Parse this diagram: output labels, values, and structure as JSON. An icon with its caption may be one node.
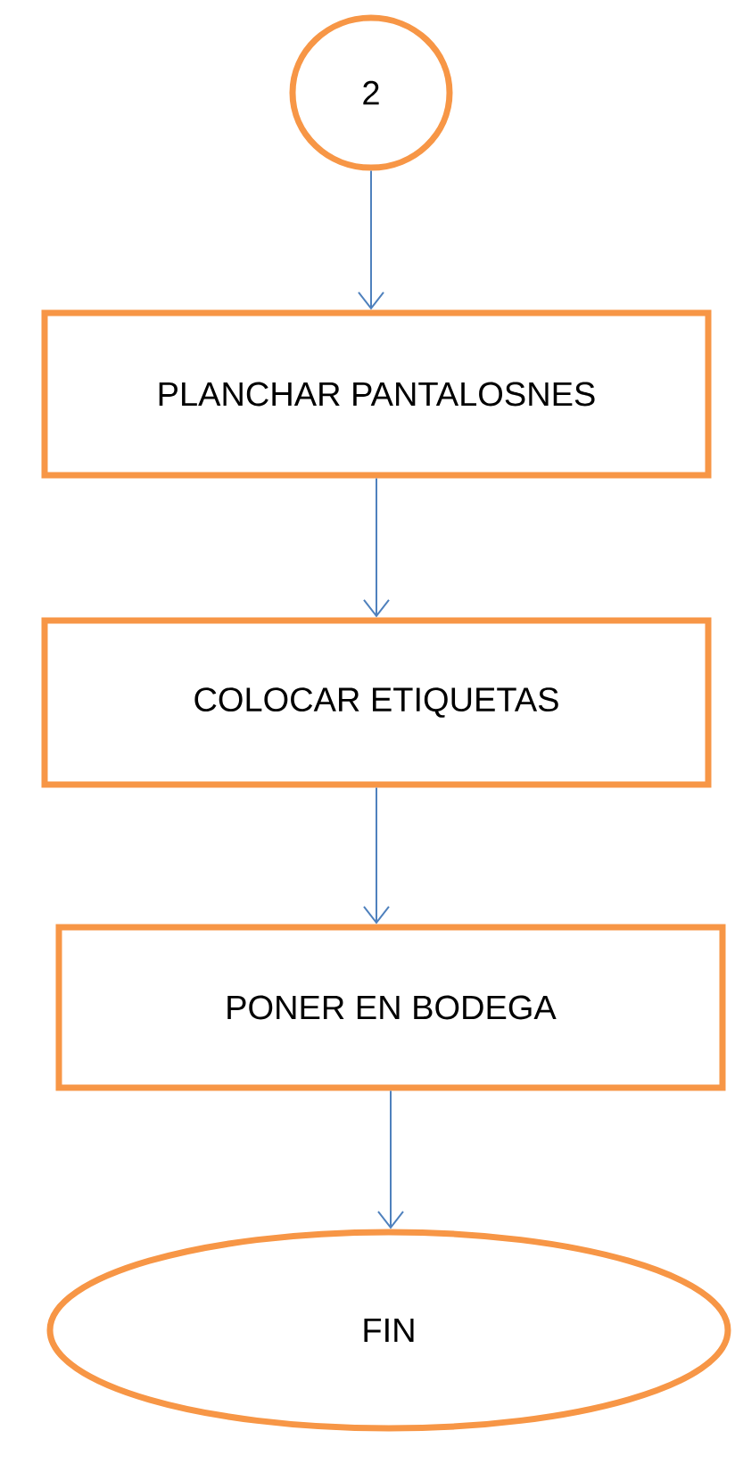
{
  "diagram": {
    "nodes": [
      {
        "text": [
          "2"
        ]
      },
      {
        "text": [
          "PLANCHAR PANTALOSNES"
        ]
      },
      {
        "text": [
          "COLOCAR ETIQUETAS"
        ]
      },
      {
        "text": [
          "PONER EN BODEGA"
        ]
      },
      {
        "text": [
          "FIN"
        ]
      }
    ],
    "edges": [
      {
        "from": 0,
        "to": 1,
        "arrow": "to"
      },
      {
        "from": 1,
        "to": 2,
        "arrow": "to"
      },
      {
        "from": 2,
        "to": 3,
        "arrow": "to"
      },
      {
        "from": 3,
        "to": 4,
        "arrow": "to"
      }
    ]
  }
}
